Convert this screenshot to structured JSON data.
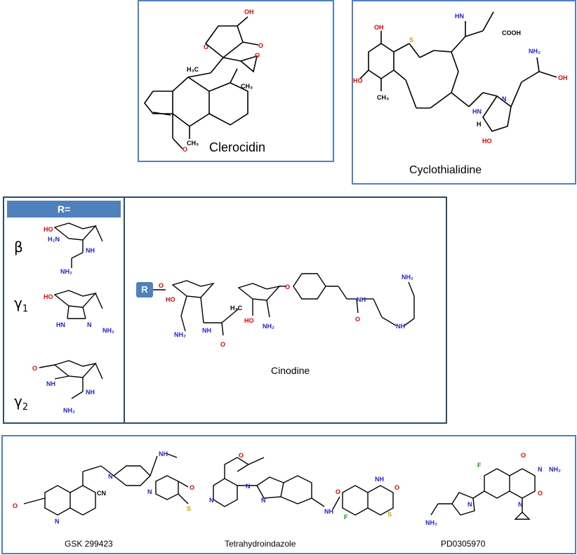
{
  "compounds": {
    "clerocidin": "Clerocidin",
    "cyclothialidine": "Cyclothialidine",
    "cinodine": "Cinodine",
    "gsk": "GSK 299423",
    "tetrahydroindazole": "Tetrahydroindazole",
    "pd": "PD0305970"
  },
  "r_table": {
    "header": "R=",
    "variants": [
      {
        "symbol": "β",
        "sub": ""
      },
      {
        "symbol": "γ",
        "sub": "1"
      },
      {
        "symbol": "γ",
        "sub": "2"
      }
    ]
  },
  "r_marker": "R",
  "atoms": {
    "oh": "OH",
    "ho": "HO",
    "h3c": "H₃C",
    "ch3": "CH₃",
    "o": "O",
    "s": "S",
    "n": "N",
    "nh": "NH",
    "nh2": "NH₂",
    "h2n": "H₂N",
    "hn": "HN",
    "h": "H",
    "cooh": "COOH",
    "cn": "CN",
    "f": "F",
    "nh2b": "NH₂"
  },
  "colors": {
    "accent": "#4f81bd",
    "oxygen": "#e00000",
    "nitrogen": "#1f1fcf",
    "sulfur": "#c8a000",
    "bond": "#000000"
  }
}
